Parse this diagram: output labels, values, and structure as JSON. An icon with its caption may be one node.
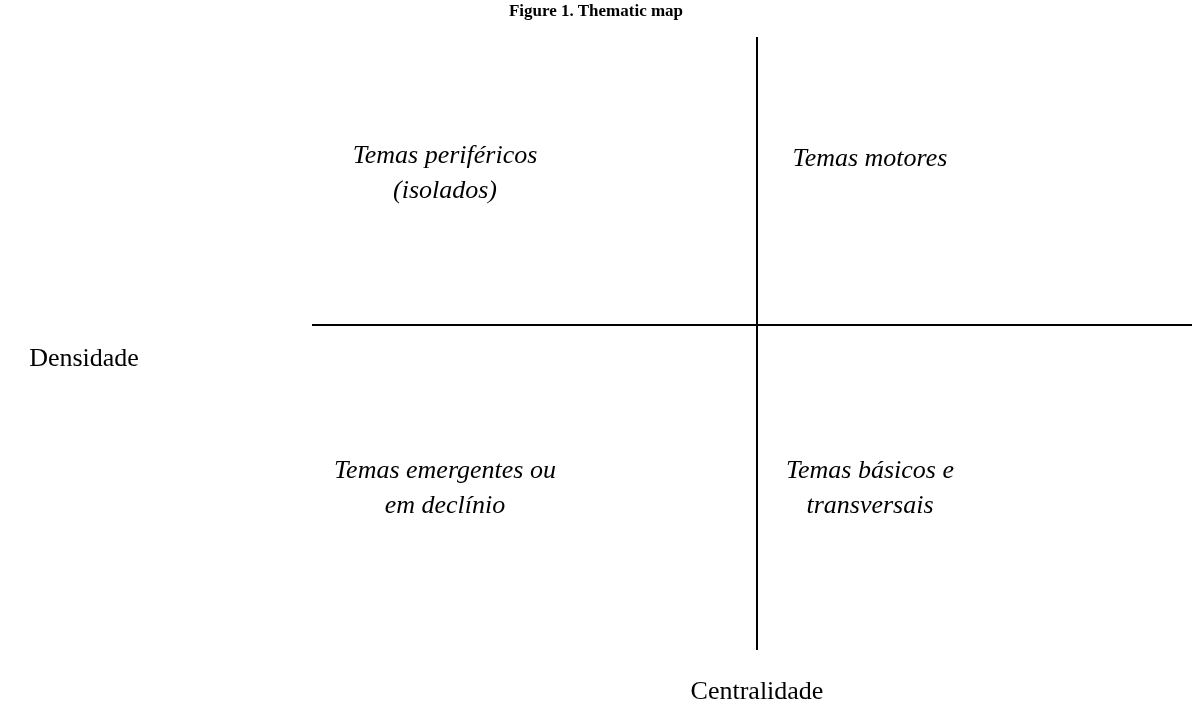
{
  "diagram": {
    "title": "Figure 1. Thematic map",
    "labels": [
      "Temas periféricos (isolados)",
      "Temas motores",
      "Densidade",
      "Temas emergentes ou em declínio",
      "Temas básicos e transversais",
      "Centralidade"
    ]
  }
}
